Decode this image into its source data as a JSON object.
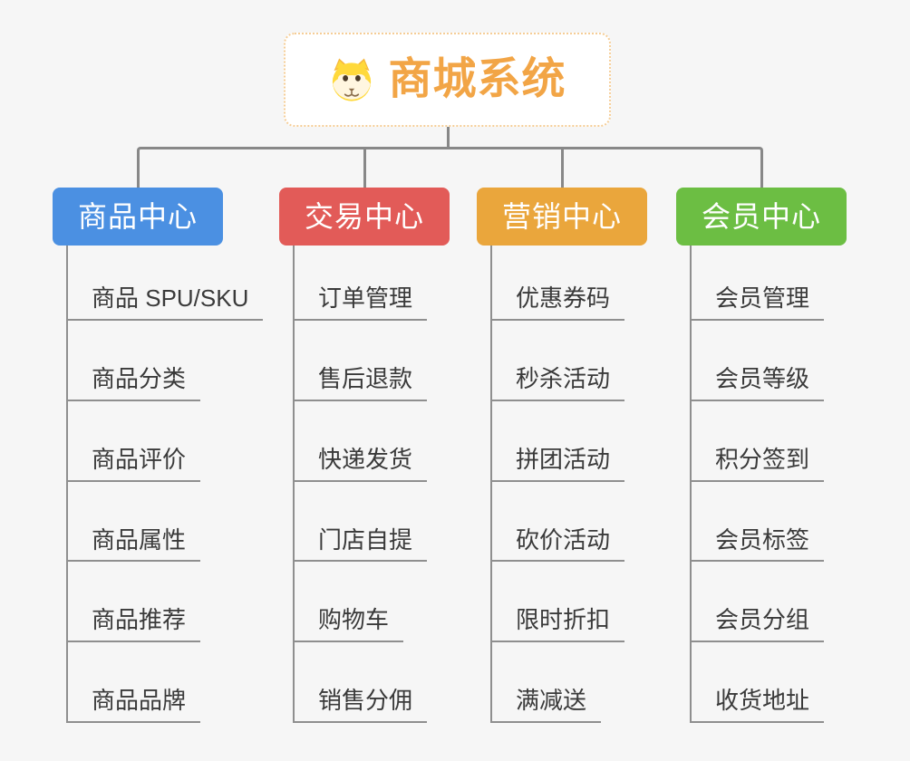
{
  "root": {
    "title": "商城系统",
    "icon": "dog-face-icon"
  },
  "branches": [
    {
      "label": "商品中心",
      "color": "#4b90e2",
      "items": [
        "商品 SPU/SKU",
        "商品分类",
        "商品评价",
        "商品属性",
        "商品推荐",
        "商品品牌"
      ]
    },
    {
      "label": "交易中心",
      "color": "#e25b58",
      "items": [
        "订单管理",
        "售后退款",
        "快递发货",
        "门店自提",
        "购物车",
        "销售分佣"
      ]
    },
    {
      "label": "营销中心",
      "color": "#eaa63c",
      "items": [
        "优惠券码",
        "秒杀活动",
        "拼团活动",
        "砍价活动",
        "限时折扣",
        "满减送"
      ]
    },
    {
      "label": "会员中心",
      "color": "#6cbe43",
      "items": [
        "会员管理",
        "会员等级",
        "积分签到",
        "会员标签",
        "会员分组",
        "收货地址"
      ]
    }
  ],
  "theme": {
    "background": "#f6f6f6",
    "root_text": "#f2a546",
    "root_border": "#f5cd96",
    "connector": "#888888",
    "leaf_text": "#3a3a3a",
    "leaf_underline": "#8f8f8f"
  }
}
